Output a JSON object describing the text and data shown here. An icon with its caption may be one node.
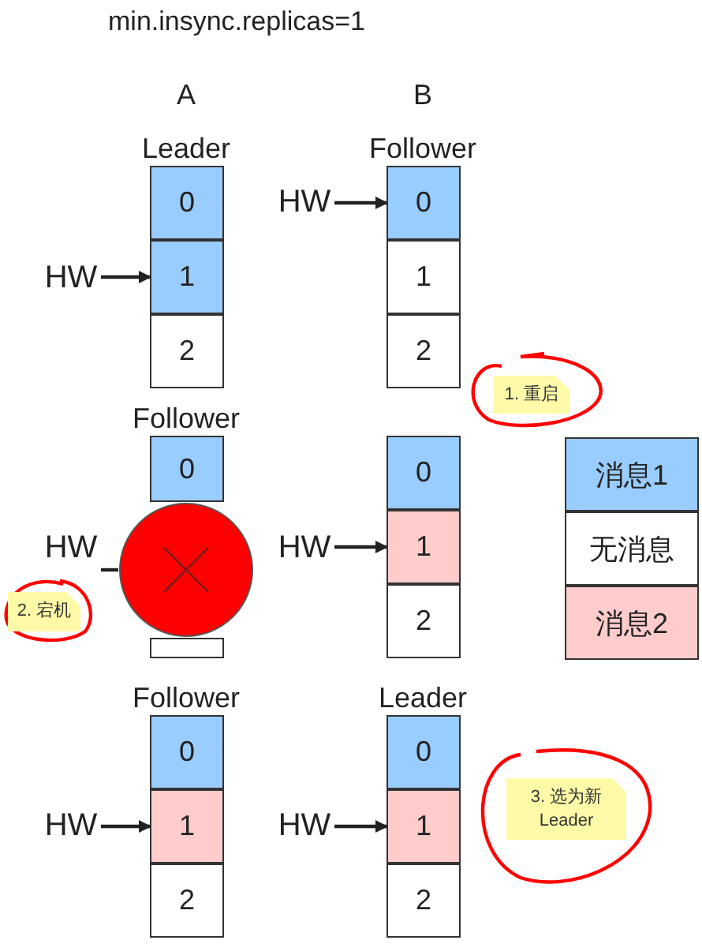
{
  "diagram": {
    "title": "min.insync.replicas=1",
    "nodes": [
      {
        "text": [
          "0"
        ]
      },
      {
        "text": [
          "HW"
        ]
      },
      {
        "text": [
          "0"
        ]
      },
      {
        "text": [
          "HW"
        ]
      },
      {
        "text": [
          "1"
        ]
      },
      {
        "text": [
          "1"
        ]
      },
      {
        "text": [
          "2"
        ]
      },
      {
        "text": [
          "2"
        ]
      },
      {
        "text": [
          "1. 重启"
        ]
      },
      {
        "text": [
          "0"
        ]
      },
      {
        "text": [
          "0"
        ]
      },
      {
        "text": [
          "HW"
        ]
      },
      {
        "text": [],
        "shape": "circle"
      },
      {
        "text": [
          "HW"
        ]
      },
      {
        "text": [
          "1"
        ]
      },
      {
        "text": [
          "2. 宕机"
        ]
      },
      {
        "text": [],
        "shape": "box"
      },
      {
        "text": [
          "2"
        ]
      },
      {
        "text": [
          "0"
        ]
      },
      {
        "text": [
          "0"
        ]
      },
      {
        "text": [
          "HW"
        ]
      },
      {
        "text": [
          "1"
        ]
      },
      {
        "text": [
          "HW"
        ]
      },
      {
        "text": [
          "1"
        ]
      },
      {
        "text": [
          "2"
        ]
      },
      {
        "text": [
          "2"
        ]
      },
      {
        "text": [
          "3. 选为新 Leader"
        ]
      }
    ],
    "edges": [
      {
        "from": 1,
        "to": 2,
        "arrow": "to"
      },
      {
        "from": 3,
        "to": 4,
        "arrow": "to"
      },
      {
        "from": 11,
        "to": 12,
        "arrow": "none"
      },
      {
        "from": 13,
        "to": 14,
        "arrow": "to"
      },
      {
        "from": 20,
        "to": 21,
        "arrow": "to"
      },
      {
        "from": 22,
        "to": 23,
        "arrow": "to"
      }
    ],
    "labels": [
      "A",
      "B",
      "Leader",
      "Follower",
      "Follower",
      "Follower",
      "Leader"
    ],
    "legend": [
      {
        "text": "消息1",
        "color": "#99ccff"
      },
      {
        "text": "无消息",
        "color": "#ffffff"
      },
      {
        "text": "消息2",
        "color": "#ffcccc"
      }
    ]
  }
}
